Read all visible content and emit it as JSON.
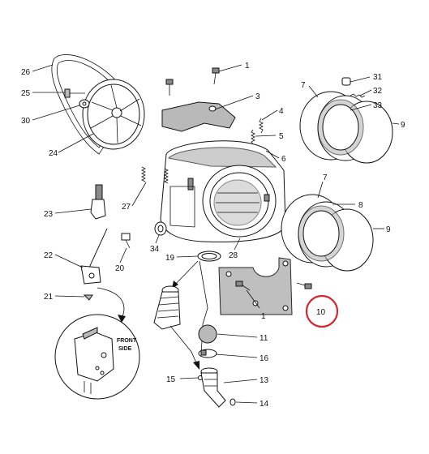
{
  "labels": [
    {
      "id": "p1a",
      "text": "1"
    },
    {
      "id": "p3",
      "text": "3"
    },
    {
      "id": "p4",
      "text": "4"
    },
    {
      "id": "p5",
      "text": "5"
    },
    {
      "id": "p6",
      "text": "6"
    },
    {
      "id": "p7a",
      "text": "7"
    },
    {
      "id": "p31",
      "text": "31"
    },
    {
      "id": "p32",
      "text": "32"
    },
    {
      "id": "p33",
      "text": "33"
    },
    {
      "id": "p9a",
      "text": "9"
    },
    {
      "id": "p7b",
      "text": "7"
    },
    {
      "id": "p8",
      "text": "8"
    },
    {
      "id": "p9b",
      "text": "9"
    },
    {
      "id": "p26",
      "text": "26"
    },
    {
      "id": "p25",
      "text": "25"
    },
    {
      "id": "p30",
      "text": "30"
    },
    {
      "id": "p24",
      "text": "24"
    },
    {
      "id": "p27",
      "text": "27"
    },
    {
      "id": "p23",
      "text": "23"
    },
    {
      "id": "p22",
      "text": "22"
    },
    {
      "id": "p20",
      "text": "20"
    },
    {
      "id": "p34",
      "text": "34"
    },
    {
      "id": "p19",
      "text": "19"
    },
    {
      "id": "p28",
      "text": "28"
    },
    {
      "id": "p21",
      "text": "21"
    },
    {
      "id": "p1b",
      "text": "1"
    },
    {
      "id": "p10",
      "text": "10"
    },
    {
      "id": "p11",
      "text": "11"
    },
    {
      "id": "p16",
      "text": "16"
    },
    {
      "id": "p15",
      "text": "15"
    },
    {
      "id": "p13",
      "text": "13"
    },
    {
      "id": "p14",
      "text": "14"
    }
  ],
  "inset": {
    "line1": "FRONT",
    "line2": "SIDE"
  },
  "highlight": {
    "part": "10",
    "color": "#d0282e"
  }
}
